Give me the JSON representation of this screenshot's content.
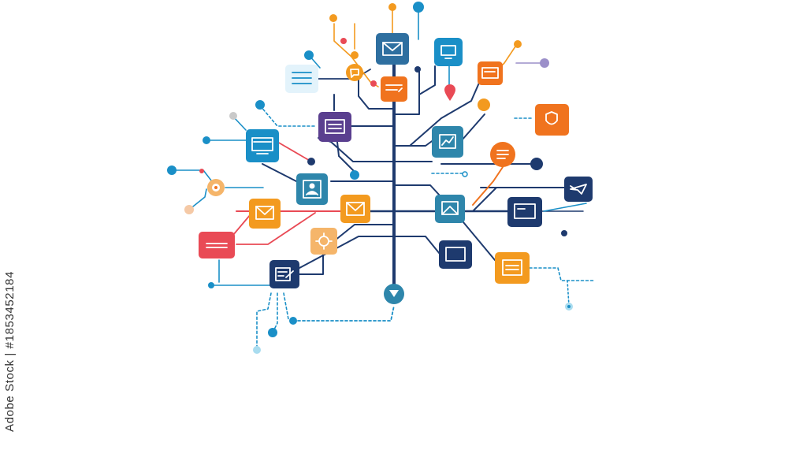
{
  "watermark": {
    "vertical_text": "Adobe Stock | #1853452184"
  },
  "colors": {
    "navy": "#1e3a6e",
    "blue": "#1a8fc7",
    "steel": "#2e86ab",
    "orange": "#f39a1f",
    "orange_dark": "#f0731e",
    "red": "#e94a55",
    "purple": "#5a3f8f",
    "light_blue": "#e3f3fb",
    "peach": "#f5b56a",
    "lavender": "#9b8fc9",
    "gray_dot": "#c9c9c9"
  },
  "nodes": [
    {
      "name": "node-mail-top",
      "icon": "envelope-icon",
      "color": "steel"
    },
    {
      "name": "node-monitor-top",
      "icon": "monitor-icon",
      "color": "blue"
    },
    {
      "name": "node-document-left",
      "icon": "document-icon",
      "color": "light_blue"
    },
    {
      "name": "node-chat-upper",
      "icon": "chat-icon",
      "color": "orange"
    },
    {
      "name": "node-card-upper-right",
      "icon": "card-icon",
      "color": "orange_dark"
    },
    {
      "name": "node-list-purple",
      "icon": "list-icon",
      "color": "purple"
    },
    {
      "name": "node-chart-center",
      "icon": "chart-icon",
      "color": "steel"
    },
    {
      "name": "node-shield-right",
      "icon": "shield-icon",
      "color": "orange"
    },
    {
      "name": "node-laptop-left",
      "icon": "laptop-icon",
      "color": "blue"
    },
    {
      "name": "node-user-profile",
      "icon": "user-icon",
      "color": "steel"
    },
    {
      "name": "node-mail-left-orange",
      "icon": "envelope-icon",
      "color": "orange"
    },
    {
      "name": "node-mail-center-orange",
      "icon": "envelope-icon",
      "color": "orange"
    },
    {
      "name": "node-image-center",
      "icon": "image-icon",
      "color": "steel"
    },
    {
      "name": "node-card-right-navy",
      "icon": "card-icon",
      "color": "navy"
    },
    {
      "name": "node-plane-right",
      "icon": "plane-icon",
      "color": "navy"
    },
    {
      "name": "node-banner-red",
      "icon": "banner-icon",
      "color": "red"
    },
    {
      "name": "node-gear-peach",
      "icon": "gear-icon",
      "color": "peach"
    },
    {
      "name": "node-screen-navy",
      "icon": "screen-icon",
      "color": "navy"
    },
    {
      "name": "node-document-orange",
      "icon": "document-icon",
      "color": "orange"
    },
    {
      "name": "node-checklist-navy",
      "icon": "checklist-icon",
      "color": "navy"
    },
    {
      "name": "node-list-circle-orange",
      "icon": "list-icon",
      "color": "orange"
    },
    {
      "name": "node-location-pin",
      "icon": "location-pin-icon",
      "color": "red"
    },
    {
      "name": "node-root",
      "icon": "root-node-icon",
      "color": "steel"
    }
  ]
}
